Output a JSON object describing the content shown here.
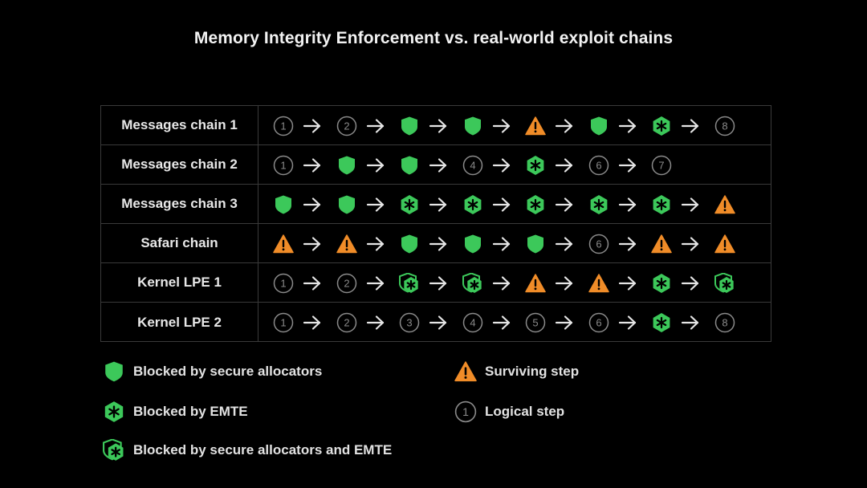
{
  "title": "Memory Integrity Enforcement vs. real-world exploit chains",
  "colors": {
    "background": "#000000",
    "green": "#3cc85a",
    "orange": "#f08c28",
    "grey": "#8a8a8a",
    "border": "#3a3a3a"
  },
  "icons": {
    "shield": "shield-icon",
    "emte": "emte-shield-icon",
    "both": "double-shield-icon",
    "warning": "warning-triangle-icon",
    "step": "numbered-circle-icon",
    "arrow": "right-arrow-icon"
  },
  "chains": [
    {
      "label": "Messages chain 1",
      "steps": [
        {
          "t": "num",
          "n": "1"
        },
        {
          "t": "num",
          "n": "2"
        },
        {
          "t": "shield"
        },
        {
          "t": "shield"
        },
        {
          "t": "warn"
        },
        {
          "t": "shield"
        },
        {
          "t": "emte"
        },
        {
          "t": "num",
          "n": "8"
        }
      ]
    },
    {
      "label": "Messages chain 2",
      "steps": [
        {
          "t": "num",
          "n": "1"
        },
        {
          "t": "shield"
        },
        {
          "t": "shield"
        },
        {
          "t": "num",
          "n": "4"
        },
        {
          "t": "emte"
        },
        {
          "t": "num",
          "n": "6"
        },
        {
          "t": "num",
          "n": "7"
        }
      ]
    },
    {
      "label": "Messages chain 3",
      "steps": [
        {
          "t": "shield"
        },
        {
          "t": "shield"
        },
        {
          "t": "emte"
        },
        {
          "t": "emte"
        },
        {
          "t": "emte"
        },
        {
          "t": "emte"
        },
        {
          "t": "emte"
        },
        {
          "t": "warn"
        }
      ]
    },
    {
      "label": "Safari chain",
      "steps": [
        {
          "t": "warn"
        },
        {
          "t": "warn"
        },
        {
          "t": "shield"
        },
        {
          "t": "shield"
        },
        {
          "t": "shield"
        },
        {
          "t": "num",
          "n": "6"
        },
        {
          "t": "warn"
        },
        {
          "t": "warn"
        }
      ]
    },
    {
      "label": "Kernel LPE 1",
      "steps": [
        {
          "t": "num",
          "n": "1"
        },
        {
          "t": "num",
          "n": "2"
        },
        {
          "t": "both"
        },
        {
          "t": "both"
        },
        {
          "t": "warn"
        },
        {
          "t": "warn"
        },
        {
          "t": "emte"
        },
        {
          "t": "both"
        }
      ]
    },
    {
      "label": "Kernel LPE 2",
      "steps": [
        {
          "t": "num",
          "n": "1"
        },
        {
          "t": "num",
          "n": "2"
        },
        {
          "t": "num",
          "n": "3"
        },
        {
          "t": "num",
          "n": "4"
        },
        {
          "t": "num",
          "n": "5"
        },
        {
          "t": "num",
          "n": "6"
        },
        {
          "t": "emte"
        },
        {
          "t": "num",
          "n": "8"
        }
      ]
    }
  ],
  "legend": {
    "shield": "Blocked by secure allocators",
    "emte": "Blocked by EMTE",
    "both": "Blocked by secure allocators and EMTE",
    "warn": "Surviving step",
    "num": "Logical step",
    "num_example": "1"
  }
}
